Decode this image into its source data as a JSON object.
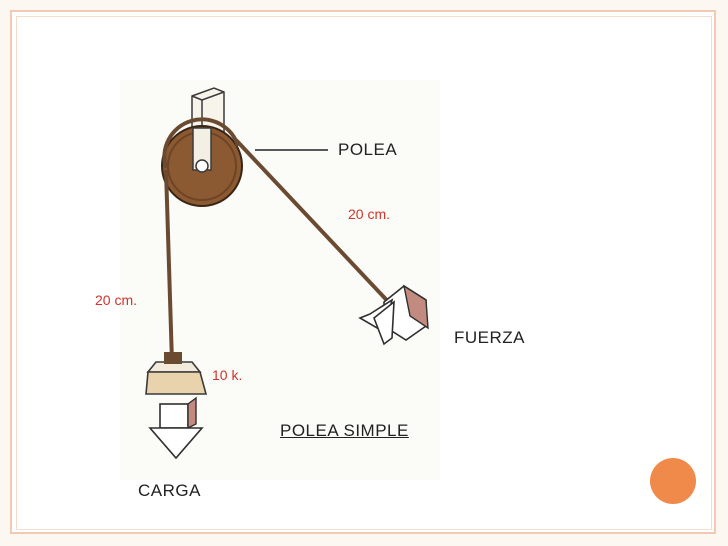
{
  "labels": {
    "polea": "POLEA",
    "fuerza": "FUERZA",
    "carga": "CARGA",
    "polea_simple": "POLEA  SIMPLE"
  },
  "annotations": {
    "right_length": "20 cm.",
    "left_length": "20 cm.",
    "weight": "10 k."
  },
  "colors": {
    "accent": "#f08a4b",
    "annotation": "#d0342c",
    "pulley": "#8b5a32",
    "rope": "#6b4a32",
    "frame": "#f1c9b4"
  }
}
